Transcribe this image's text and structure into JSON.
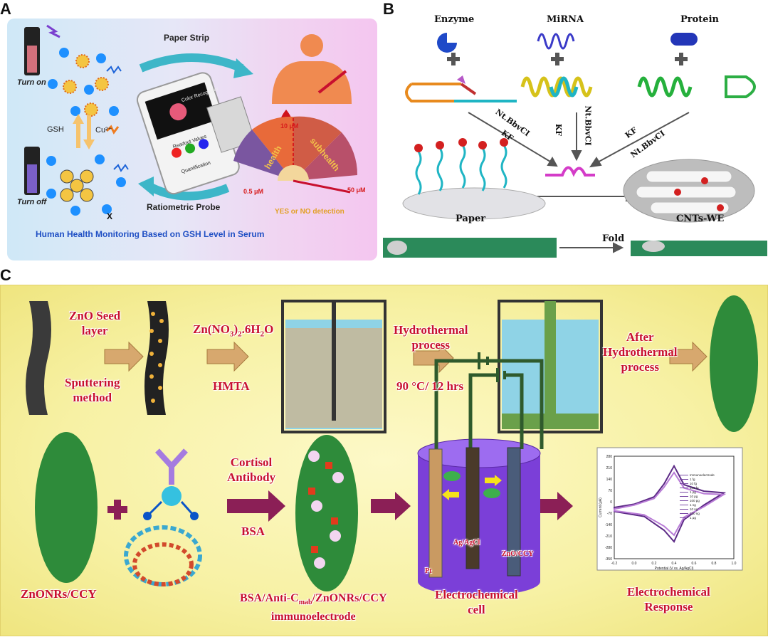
{
  "panels": {
    "a": {
      "letter": "A",
      "turn_on": "Turn on",
      "turn_off": "Turn off",
      "gsh": "GSH",
      "cu": "Cu²⁺",
      "paper_strip": "Paper Strip",
      "ratiometric_probe": "Ratiometric Probe",
      "phone_header": "Color Recognizer",
      "phone_readout": "Readout Values",
      "phone_quant": "Quantification",
      "rgb": [
        "R",
        "G",
        "B"
      ],
      "fan_top": "10 μM",
      "fan_left": "0.5 μM",
      "fan_right": "50 μM",
      "health": "health",
      "subhealth": "subhealth",
      "yes_no": "YES or NO detection",
      "x_mark": "X",
      "caption": "Human Health Monitoring Based on GSH Level in Serum",
      "colors": {
        "caption": "#1f4fc4",
        "arrow": "#3db6c8",
        "fan_red": "#d71c1c"
      }
    },
    "b": {
      "letter": "B",
      "enzyme": "Enzyme",
      "mirna": "MiRNA",
      "protein": "Protein",
      "plus": "+",
      "kf": "KF",
      "nt": "Nt.BbvCI",
      "paper": "Paper",
      "cnts": "CNTs-WE",
      "fold": "Fold"
    },
    "c": {
      "letter": "C",
      "zno_seed": [
        "ZnO Seed",
        "layer"
      ],
      "sputtering": [
        "Sputtering",
        "method"
      ],
      "zn_no3": "Zn(NO",
      "zn_sub3": "3",
      "zn_rest": ")",
      "zn_sub2": "2",
      "zn_tail": ".6H",
      "zn_sub_h2o": "2",
      "zn_o": "O",
      "hmta": "HMTA",
      "hydrothermal": [
        "Hydrothermal",
        "process"
      ],
      "temp": "90 °C/ 12 hrs",
      "after": [
        "After",
        "Hydrothermal",
        "process"
      ],
      "cortisol": [
        "Cortisol",
        "Antibody"
      ],
      "bsa": "BSA",
      "znonrs": "ZnONRs/CCY",
      "immuno_a": "BSA/Anti-C",
      "immuno_sub": "mab",
      "immuno_b": "/ZnONRs/CCY",
      "immuno_c": "immunoelectrode",
      "ec_cell": [
        "Electrochemical",
        "cell"
      ],
      "ec_response": [
        "Electrochemical",
        "Response"
      ],
      "pt": "Pt",
      "agcl": "Ag/AgCl",
      "zno_ccy": "ZnO/CCY",
      "colors": {
        "label_red": "#c8102e",
        "rod_green": "#2e8b3a",
        "arrow_tan": "#d7a86e"
      }
    }
  },
  "chart_data": {
    "type": "line",
    "title": "",
    "xlabel": "Potential (V vs. Ag/AgCl)",
    "ylabel": "Current (μA)",
    "xlim": [
      -0.2,
      1.0
    ],
    "ylim": [
      -350,
      280
    ],
    "x_ticks": [
      "-0.2",
      "0.0",
      "0.2",
      "0.4",
      "0.6",
      "0.8",
      "1.0"
    ],
    "y_ticks": [
      "280",
      "210",
      "140",
      "70",
      "0",
      "-70",
      "-140",
      "-210",
      "-280",
      "-350"
    ],
    "legend": [
      "Immunoelectrode",
      "1 fg",
      "10 fg",
      "100 fg",
      "1 pg",
      "10 pg",
      "100 pg",
      "1 ng",
      "10 ng",
      "100 ng",
      "1 μg"
    ],
    "series": [
      {
        "name": "Immunoelectrode",
        "x": [
          -0.2,
          0.0,
          0.2,
          0.3,
          0.4,
          0.5,
          0.7,
          0.9,
          0.7,
          0.5,
          0.4,
          0.3,
          0.1,
          -0.2
        ],
        "y": [
          -35,
          -15,
          30,
          110,
          220,
          105,
          65,
          55,
          -20,
          -110,
          -245,
          -175,
          -90,
          -60
        ]
      },
      {
        "name": "1 μg",
        "x": [
          -0.2,
          0.0,
          0.2,
          0.3,
          0.4,
          0.5,
          0.7,
          0.9,
          0.7,
          0.5,
          0.4,
          0.3,
          0.1,
          -0.2
        ],
        "y": [
          -45,
          -20,
          20,
          90,
          180,
          85,
          50,
          45,
          -30,
          -95,
          -205,
          -150,
          -80,
          -55
        ]
      }
    ]
  }
}
